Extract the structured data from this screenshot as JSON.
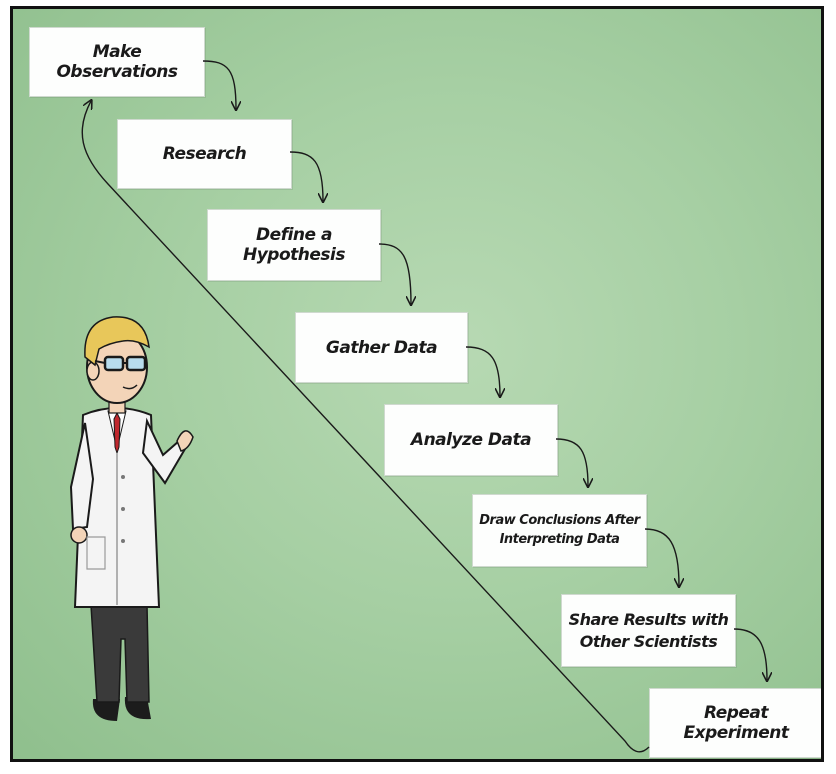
{
  "steps": [
    "Make Observations",
    "Research",
    "Define a Hypothesis",
    "Gather Data",
    "Analyze Data",
    "Draw Conclusions After\nInterpreting Data",
    "Share Results with\nOther Scientists",
    "Repeat Experiment"
  ],
  "colors": {
    "background": "#a6cfa3",
    "box": "#fdfefd",
    "arrow": "#1a1a1a",
    "coat": "#f4f4f4",
    "tie": "#c0272d",
    "hair": "#e8c75a"
  }
}
